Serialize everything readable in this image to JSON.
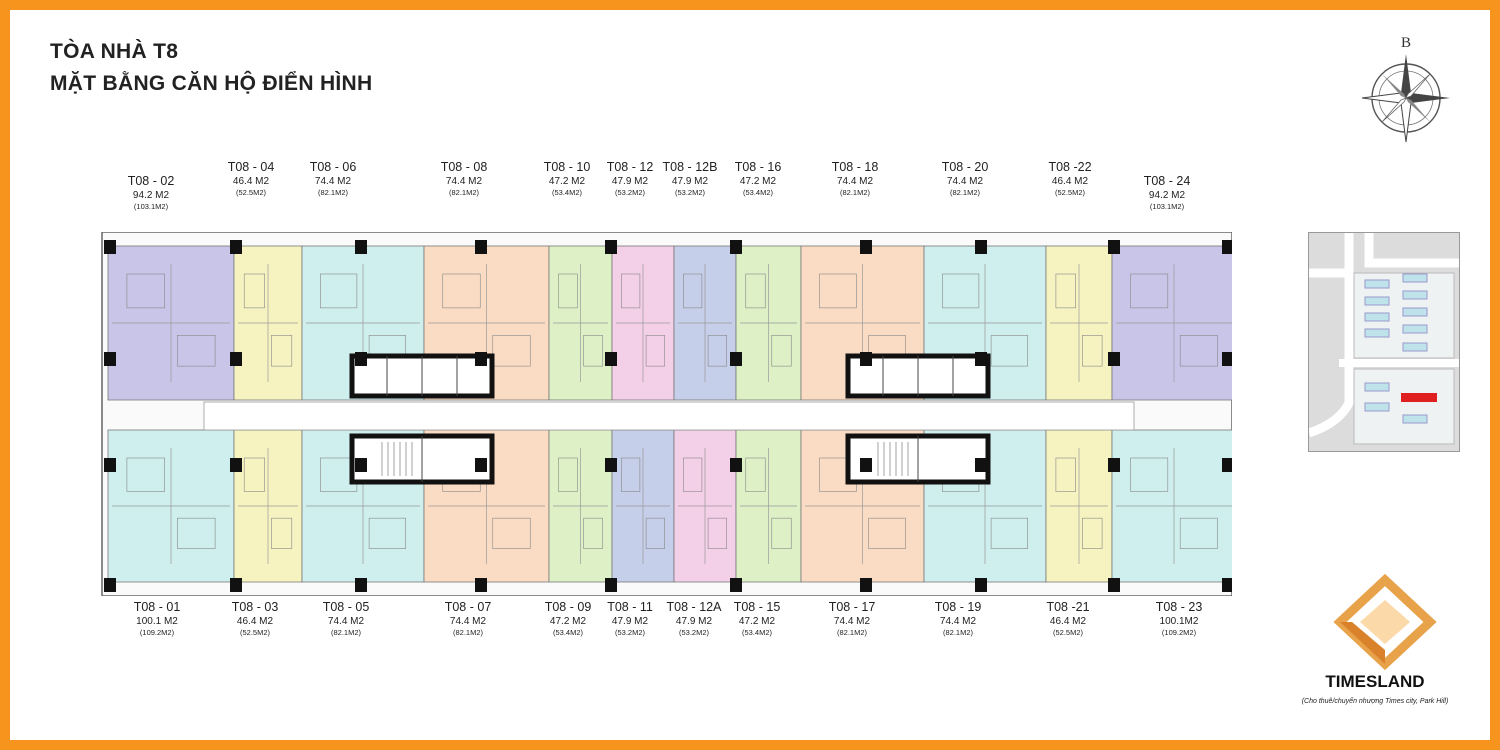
{
  "title": {
    "line1": "TÒA NHÀ T8",
    "line2": "MẶT BẰNG CĂN HỘ ĐIỂN HÌNH"
  },
  "compass_letter": "B",
  "brand": {
    "name": "TIMESLAND",
    "tagline": "(Cho thuê/chuyển nhượng Times city, Park Hill)"
  },
  "colors": {
    "frame": "#f7941d",
    "purple": "#c9c5e8",
    "yellow": "#f6f3c0",
    "cyan": "#cfeeee",
    "orange": "#fadcc4",
    "green": "#ddf0c6",
    "pink": "#f3cfe8",
    "blue": "#c6cfea",
    "minimap_highlight": "#e02020"
  },
  "units_top": [
    {
      "code": "T08 - 02",
      "area": "94.2 M2",
      "gross": "(103.1M2)",
      "color": "purple"
    },
    {
      "code": "T08 - 04",
      "area": "46.4 M2",
      "gross": "(52.5M2)",
      "color": "yellow"
    },
    {
      "code": "T08 - 06",
      "area": "74.4 M2",
      "gross": "(82.1M2)",
      "color": "cyan"
    },
    {
      "code": "T08 - 08",
      "area": "74.4 M2",
      "gross": "(82.1M2)",
      "color": "orange"
    },
    {
      "code": "T08 - 10",
      "area": "47.2 M2",
      "gross": "(53.4M2)",
      "color": "green"
    },
    {
      "code": "T08 - 12",
      "area": "47.9 M2",
      "gross": "(53.2M2)",
      "color": "pink"
    },
    {
      "code": "T08 - 12B",
      "area": "47.9 M2",
      "gross": "(53.2M2)",
      "color": "blue"
    },
    {
      "code": "T08 - 16",
      "area": "47.2 M2",
      "gross": "(53.4M2)",
      "color": "green"
    },
    {
      "code": "T08 - 18",
      "area": "74.4 M2",
      "gross": "(82.1M2)",
      "color": "orange"
    },
    {
      "code": "T08 - 20",
      "area": "74.4 M2",
      "gross": "(82.1M2)",
      "color": "cyan"
    },
    {
      "code": "T08 -22",
      "area": "46.4 M2",
      "gross": "(52.5M2)",
      "color": "yellow"
    },
    {
      "code": "T08 - 24",
      "area": "94.2 M2",
      "gross": "(103.1M2)",
      "color": "purple"
    }
  ],
  "units_bottom": [
    {
      "code": "T08 - 01",
      "area": "100.1 M2",
      "gross": "(109.2M2)",
      "color": "cyan"
    },
    {
      "code": "T08 - 03",
      "area": "46.4 M2",
      "gross": "(52.5M2)",
      "color": "yellow"
    },
    {
      "code": "T08 - 05",
      "area": "74.4 M2",
      "gross": "(82.1M2)",
      "color": "cyan"
    },
    {
      "code": "T08 - 07",
      "area": "74.4 M2",
      "gross": "(82.1M2)",
      "color": "orange"
    },
    {
      "code": "T08 - 09",
      "area": "47.2 M2",
      "gross": "(53.4M2)",
      "color": "green"
    },
    {
      "code": "T08 - 11",
      "area": "47.9 M2",
      "gross": "(53.2M2)",
      "color": "blue"
    },
    {
      "code": "T08 - 12A",
      "area": "47.9 M2",
      "gross": "(53.2M2)",
      "color": "pink"
    },
    {
      "code": "T08 - 15",
      "area": "47.2 M2",
      "gross": "(53.4M2)",
      "color": "green"
    },
    {
      "code": "T08 - 17",
      "area": "74.4 M2",
      "gross": "(82.1M2)",
      "color": "orange"
    },
    {
      "code": "T08 - 19",
      "area": "74.4 M2",
      "gross": "(82.1M2)",
      "color": "cyan"
    },
    {
      "code": "T08 -21",
      "area": "46.4 M2",
      "gross": "(52.5M2)",
      "color": "yellow"
    },
    {
      "code": "T08 - 23",
      "area": "100.1M2",
      "gross": "(109.2M2)",
      "color": "cyan"
    }
  ]
}
